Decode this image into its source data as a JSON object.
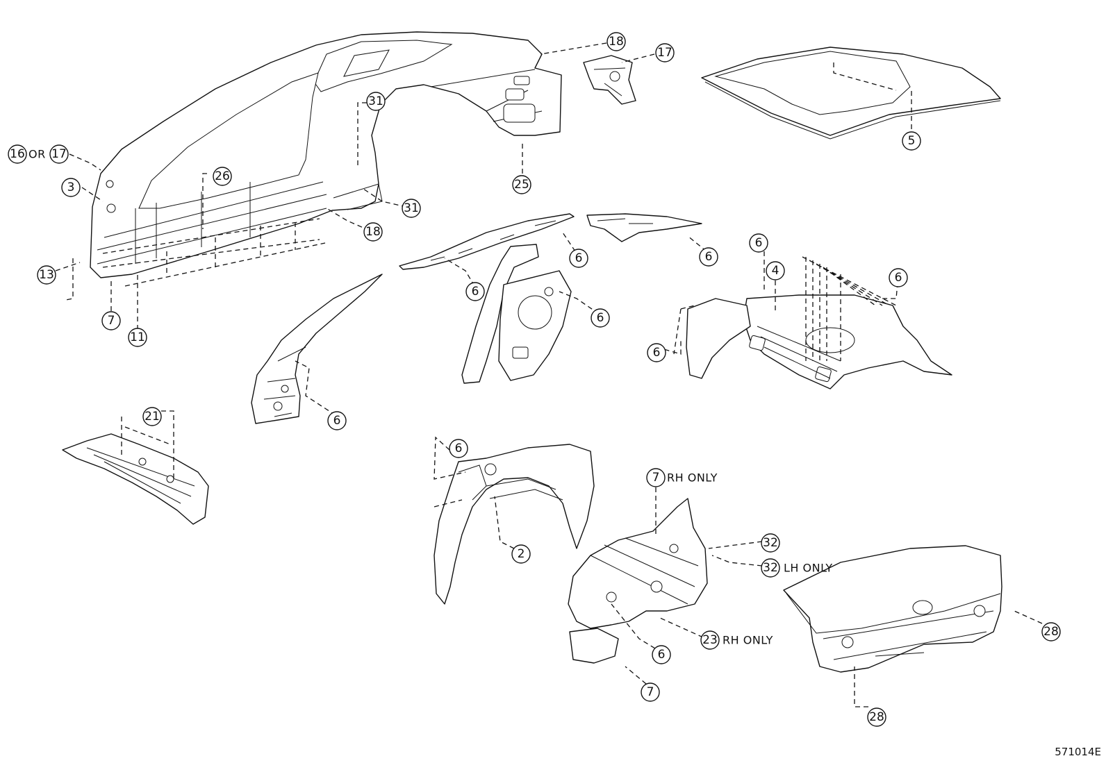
{
  "diagram_code": "571014E",
  "callouts": {
    "c16": "16",
    "c16_or": "OR",
    "c17_a": "17",
    "c3": "3",
    "c26": "26",
    "c31_a": "31",
    "c31_b": "31",
    "c18_a": "18",
    "c18_b": "18",
    "c17_b": "17",
    "c25": "25",
    "c5": "5",
    "c13": "13",
    "c7_a": "7",
    "c11": "11",
    "c6_a": "6",
    "c6_b": "6",
    "c6_c": "6",
    "c6_d": "6",
    "c6_e": "6",
    "c6_f": "6",
    "c6_g": "6",
    "c6_h": "6",
    "c6_i": "6",
    "c6_j": "6",
    "c4": "4",
    "c21": "21",
    "c2": "2",
    "c7_b": "7",
    "c7_b_suffix": "RH ONLY",
    "c32_a": "32",
    "c32_b": "32",
    "c32_b_suffix": "LH ONLY",
    "c23": "23",
    "c23_suffix": "RH ONLY",
    "c28_a": "28",
    "c28_b": "28",
    "c7_c": "7"
  }
}
